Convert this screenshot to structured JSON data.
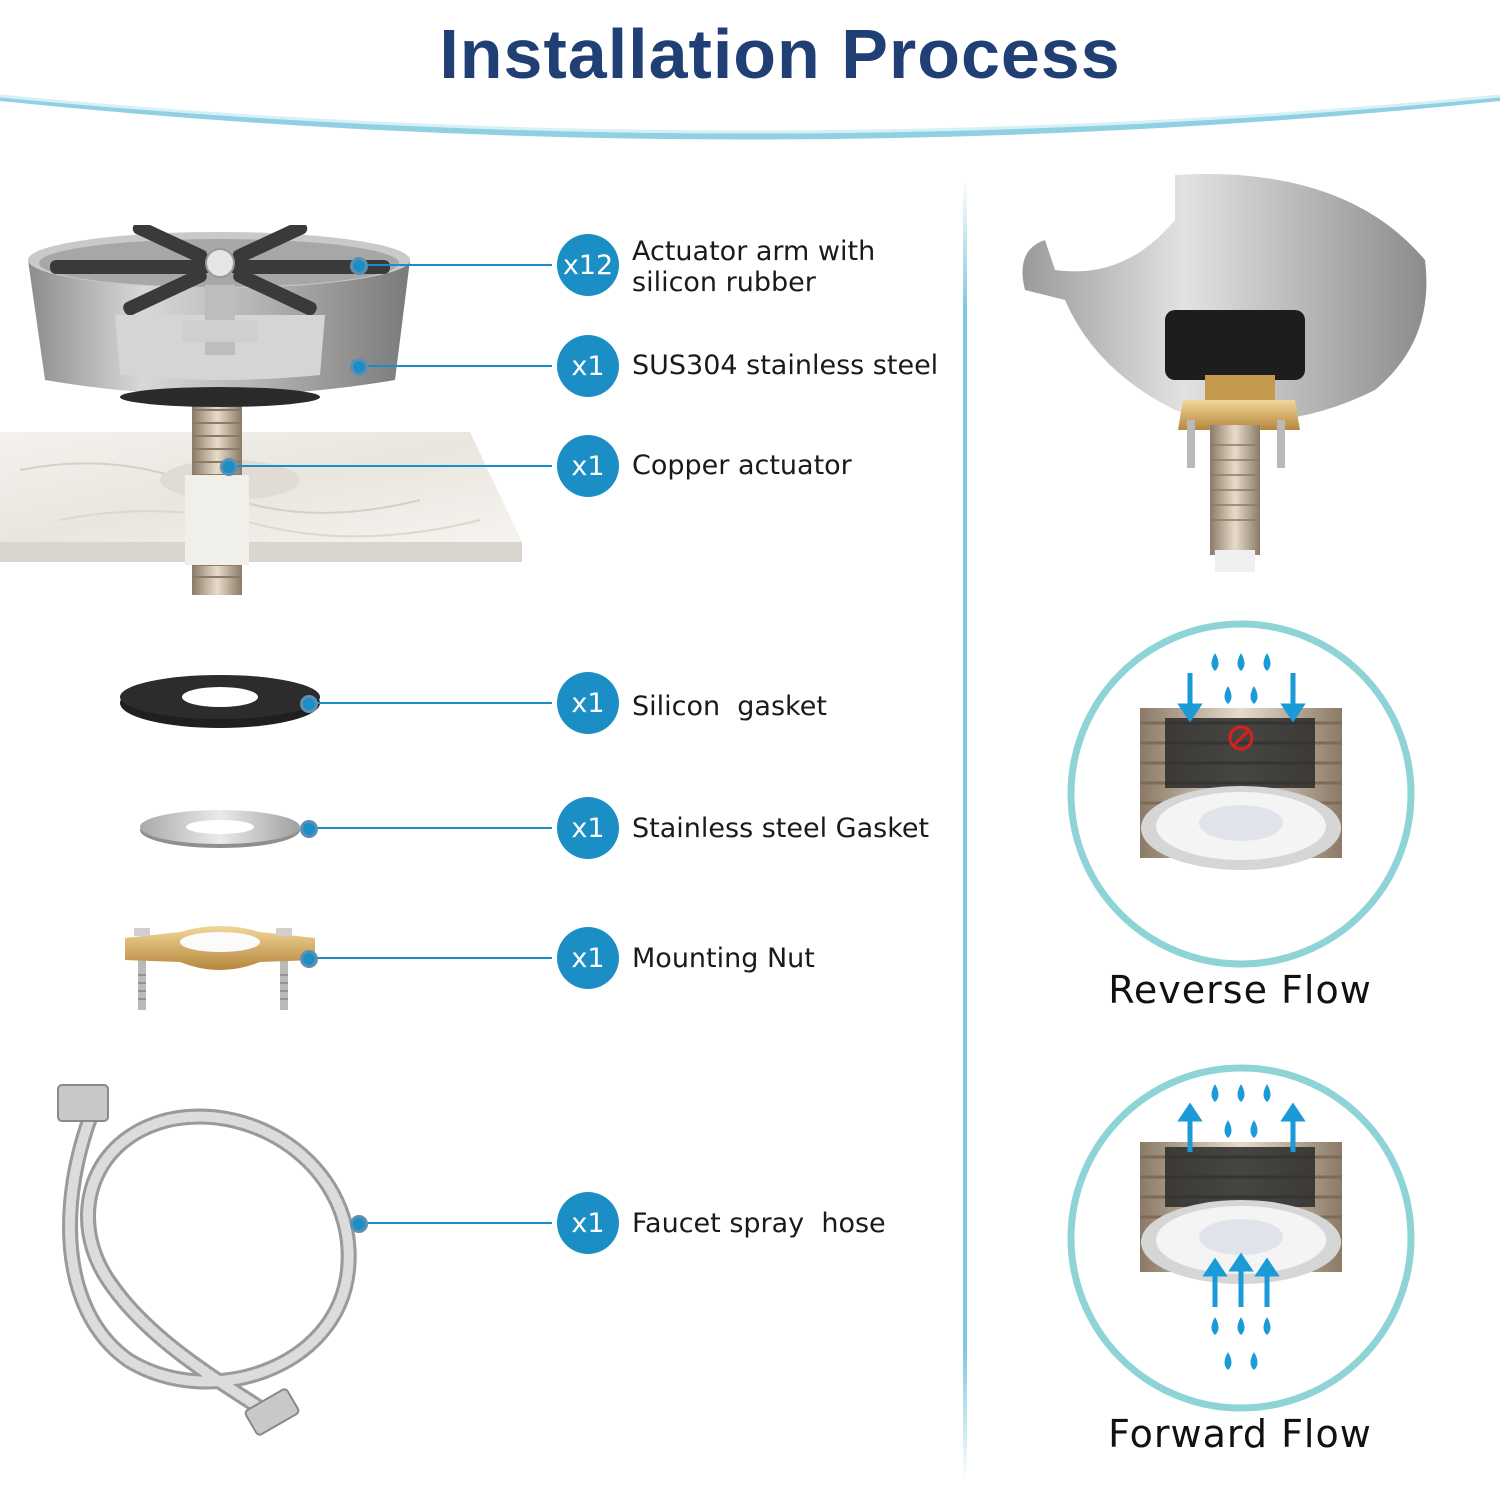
{
  "title": "Installation Process",
  "colors": {
    "title": "#1f3f75",
    "accent": "#1b8fc5",
    "divider": "#7fc9de",
    "circle_ring": "#8ed3d6",
    "water": "#1a9ad6"
  },
  "parts": [
    {
      "qty": "x12",
      "label": "Actuator arm with\nsilicon rubber",
      "icon": "glass-rinser-head-image"
    },
    {
      "qty": "x1",
      "label": "SUS304 stainless steel",
      "icon": "stainless-basin-image"
    },
    {
      "qty": "x1",
      "label": "Copper actuator",
      "icon": "copper-actuator-image"
    },
    {
      "qty": "x1",
      "label": "Silicon  gasket",
      "icon": "black-silicon-gasket-image"
    },
    {
      "qty": "x1",
      "label": "Stainless steel Gasket",
      "icon": "steel-washer-image"
    },
    {
      "qty": "x1",
      "label": "Mounting Nut",
      "icon": "brass-mounting-nut-image"
    },
    {
      "qty": "x1",
      "label": "Faucet spray  hose",
      "icon": "braided-hose-image"
    }
  ],
  "flows": [
    {
      "label": "Reverse Flow",
      "icon": "reverse-flow-valve-image"
    },
    {
      "label": "Forward Flow",
      "icon": "forward-flow-valve-image"
    }
  ]
}
